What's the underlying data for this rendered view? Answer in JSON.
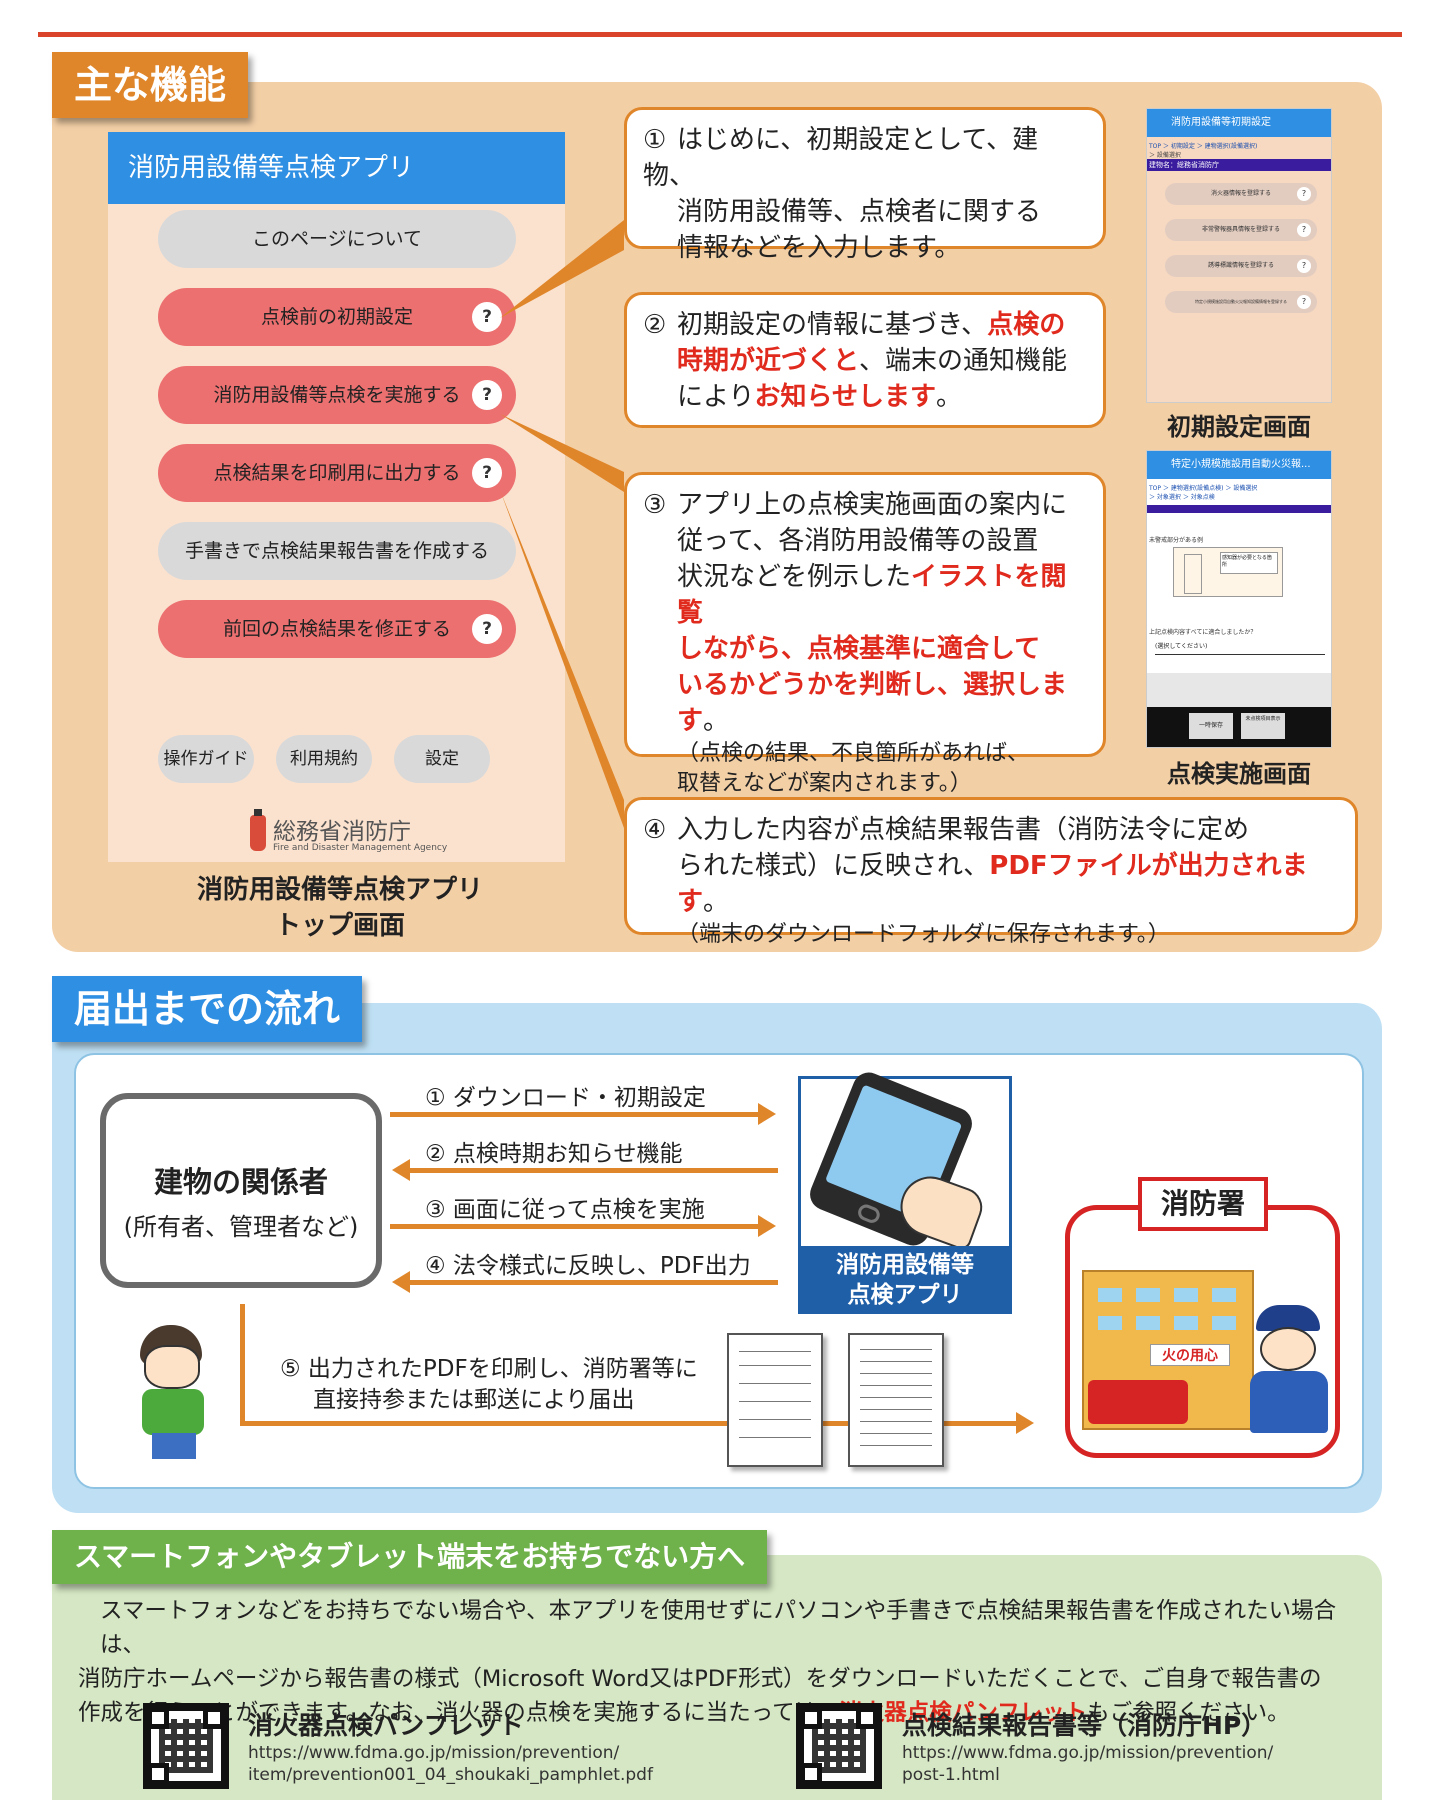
{
  "section1": {
    "tab": "主な機能",
    "app": {
      "header": "消防用設備等点検アプリ",
      "buttons": [
        "このページについて",
        "点検前の初期設定",
        "消防用設備等点検を実施する",
        "点検結果を印刷用に出力する",
        "手書きで点検結果報告書を作成する",
        "前回の点検結果を修正する"
      ],
      "help_mark": "?",
      "small_buttons": [
        "操作ガイド",
        "利用規約",
        "設定"
      ],
      "agency_jp": "総務省消防庁",
      "agency_en": "Fire and Disaster Management Agency",
      "caption_line1": "消防用設備等点検アプリ",
      "caption_line2": "トップ画面"
    },
    "callouts": {
      "c1_num": "①",
      "c1_l1": "はじめに、初期設定として、建物、",
      "c1_l2": "消防用設備等、点検者に関する",
      "c1_l3": "情報などを入力します。",
      "c2_num": "②",
      "c2_a": "初期設定の情報に基づき、",
      "c2_b": "点検の",
      "c2_c": "時期が近づくと",
      "c2_d": "、端末の通知機能",
      "c2_e": "により",
      "c2_f": "お知らせします",
      "c2_g": "。",
      "c3_num": "③",
      "c3_l1": "アプリ上の点検実施画面の案内に",
      "c3_l2": "従って、各消防用設備等の設置",
      "c3_l3a": "状況などを例示した",
      "c3_l3b": "イラストを閲覧",
      "c3_l4": "しながら、点検基準に適合して",
      "c3_l5": "いるかどうかを判断し、選択します",
      "c3_l5end": "。",
      "c3_n1": "（点検の結果、不良箇所があれば、",
      "c3_n2": "取替えなどが案内されます。）",
      "c4_num": "④",
      "c4_l1": "入力した内容が点検結果報告書（消防法令に定め",
      "c4_l2a": "られた様式）に反映され、",
      "c4_l2b": "PDFファイルが出力されます",
      "c4_l2c": "。",
      "c4_n": "（端末のダウンロードフォルダに保存されます。）"
    },
    "shot1": {
      "bar": "消防用設備等初期設定",
      "crumb": "TOP ＞ 初期設定 ＞ 建物選択(設備選択)",
      "crumb2": "＞ 設備選択",
      "navy": "建物名：総務省消防庁",
      "items": [
        "消火器情報を登録する",
        "非常警報器具情報を登録する",
        "誘導標識情報を登録する",
        "特定小規模施設用自動火災報知設備情報を登録する"
      ],
      "caption": "初期設定画面"
    },
    "shot2": {
      "bar": "特定小規模施設用自動火災報...",
      "crumb": "TOP ＞ 建物選択(設備点検) ＞ 設備選択",
      "crumb2": "＞ 対象選択 ＞ 対象点検",
      "label1": "未警戒部分がある例",
      "note": "感知器が必要となる箇所",
      "q": "上記点検内容すべてに適合しましたか？",
      "select": "(選択してください)",
      "btn1": "一時保存",
      "btn2": "未点検項目表示",
      "caption": "点検実施画面"
    }
  },
  "section2": {
    "tab": "届出までの流れ",
    "owner_title": "建物の関係者",
    "owner_sub": "(所有者、管理者など)",
    "flows": [
      "① ダウンロード・初期設定",
      "② 点検時期お知らせ機能",
      "③ 画面に従って点検を実施",
      "④ 法令様式に反映し、PDF出力"
    ],
    "app_label_l1": "消防用設備等",
    "app_label_l2": "点検アプリ",
    "step5_l1": "⑤ 出力されたPDFを印刷し、消防署等に",
    "step5_l2": "直接持参または郵送により届出",
    "fire_dept": "消防署",
    "building_sign": "火の用心"
  },
  "section3": {
    "tab": "スマートフォンやタブレット端末をお持ちでない方へ",
    "p1": "スマートフォンなどをお持ちでない場合や、本アプリを使用せずにパソコンや手書きで点検結果報告書を作成されたい場合は、",
    "p2": "消防庁ホームページから報告書の様式（Microsoft Word又はPDF形式）をダウンロードいただくことで、ご自身で報告書の",
    "p3a": "作成を行うことができます。なお、消火器の点検を実施するに当たっては、",
    "p3b": "消火器点検パンフレット",
    "p3c": "もご参照ください。",
    "link1_title": "消火器点検パンフレット",
    "link1_url1": "https://www.fdma.go.jp/mission/prevention/",
    "link1_url2": "item/prevention001_04_shoukaki_pamphlet.pdf",
    "link2_title": "点検結果報告書等（消防庁HP）",
    "link2_url1": "https://www.fdma.go.jp/mission/prevention/",
    "link2_url2": "post-1.html"
  },
  "colors": {
    "accent_orange": "#e0862a",
    "section1_bg": "#f3cfa6",
    "section2_bg": "#bfe0f4",
    "section3_bg": "#d5e7c4",
    "highlight_red": "#e12a1e",
    "app_blue": "#2f8fe3",
    "pill_red": "#ec7070"
  }
}
